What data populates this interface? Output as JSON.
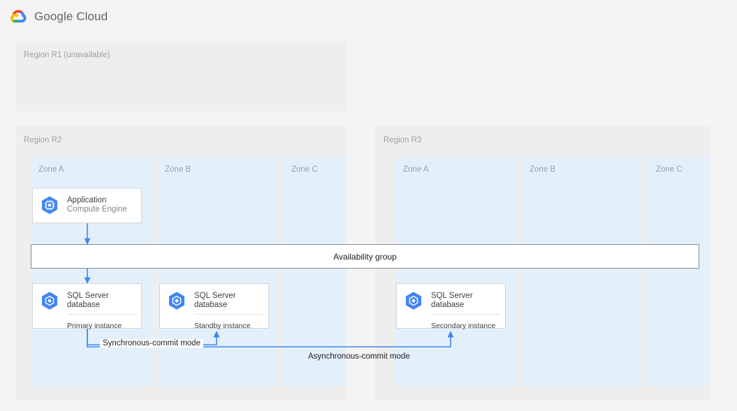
{
  "header": {
    "logo_icon": "google-cloud-logo-icon",
    "brand": "Google Cloud"
  },
  "diagram": {
    "regions": [
      {
        "id": "r1",
        "label": "Region R1 (unavailable)",
        "available": false,
        "zones": []
      },
      {
        "id": "r2",
        "label": "Region R2",
        "available": true,
        "zones": [
          {
            "id": "r2-a",
            "label": "Zone A"
          },
          {
            "id": "r2-b",
            "label": "Zone B"
          },
          {
            "id": "r2-c",
            "label": "Zone C"
          }
        ]
      },
      {
        "id": "r3",
        "label": "Region R3",
        "available": true,
        "zones": [
          {
            "id": "r3-a",
            "label": "Zone A"
          },
          {
            "id": "r3-b",
            "label": "Zone B"
          },
          {
            "id": "r3-c",
            "label": "Zone C"
          }
        ]
      }
    ],
    "cards": [
      {
        "id": "application",
        "icon": "compute-engine-icon",
        "title": "Application",
        "subtitle": "Compute Engine",
        "footer": ""
      },
      {
        "id": "primary-db",
        "icon": "sql-server-database-icon",
        "title": "SQL Server\ndatabase",
        "subtitle": "",
        "footer": "Primary instance"
      },
      {
        "id": "standby-db",
        "icon": "sql-server-database-icon",
        "title": "SQL Server\ndatabase",
        "subtitle": "",
        "footer": "Standby instance"
      },
      {
        "id": "secondary-db",
        "icon": "sql-server-database-icon",
        "title": "SQL Server\ndatabase",
        "subtitle": "",
        "footer": "Secondary instance"
      }
    ],
    "availability_group": {
      "label": "Availability group"
    },
    "connectors": {
      "synchronous": "Synchronous-commit mode",
      "asynchronous": "Asynchronous-commit mode"
    }
  },
  "colors": {
    "page_background": "#f4f4f4",
    "region_background": "#eeeeee",
    "zone_background": "#e3f0fc",
    "card_background": "#ffffff",
    "connector_blue": "#4285f4",
    "icon_blue": "#4285f4",
    "label_grey": "#9aa0a6",
    "text_dark": "#3c4043"
  }
}
